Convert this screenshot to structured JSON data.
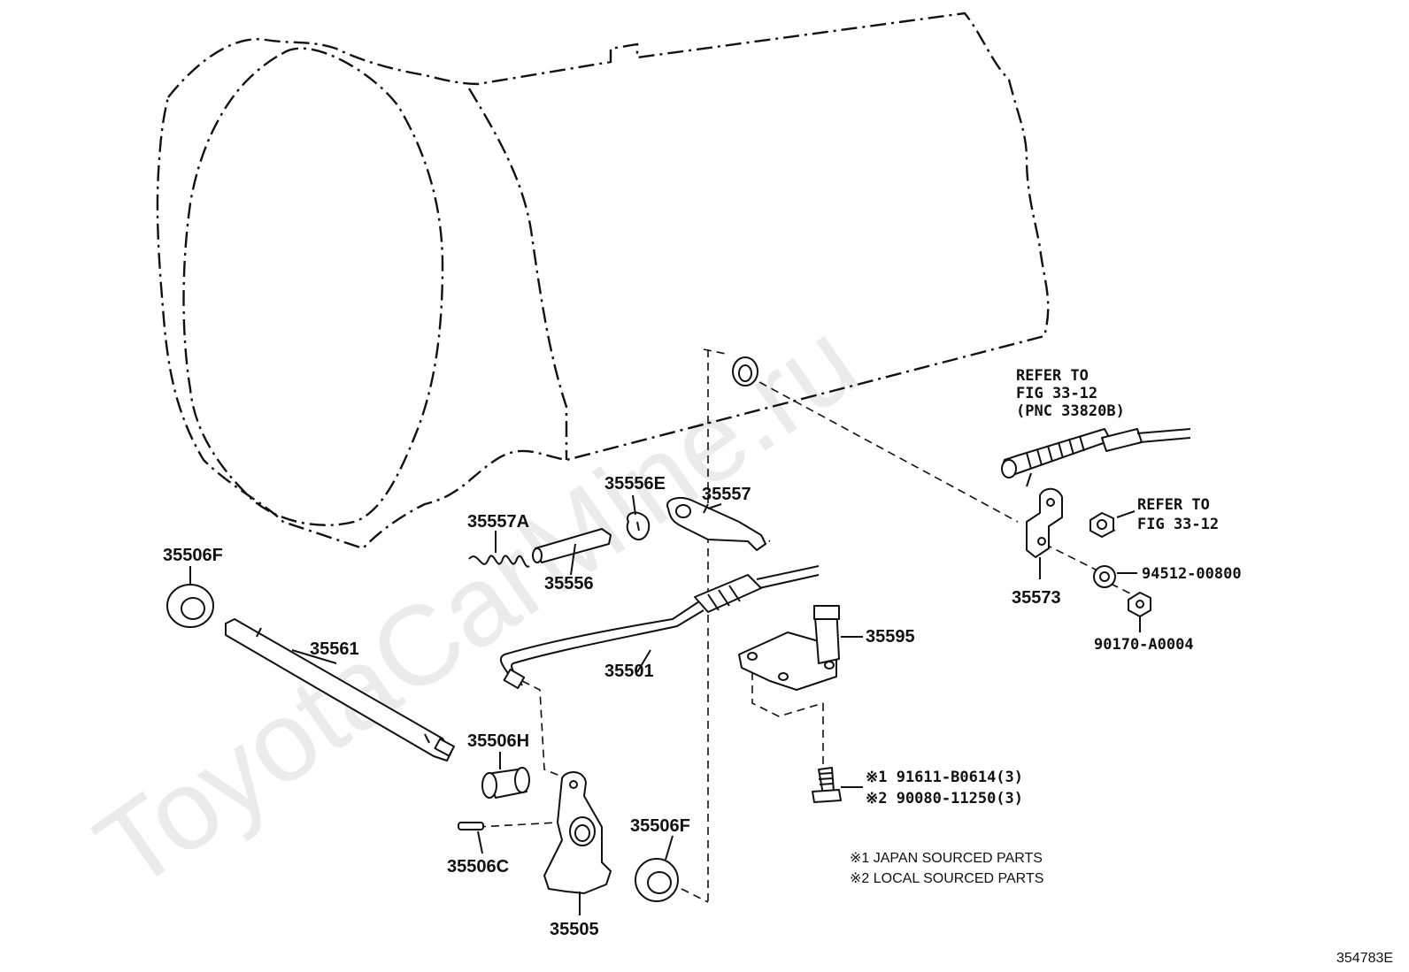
{
  "watermark": "ToyotaCarMine.ru",
  "figure_code": "354783E",
  "parts": {
    "p35506F_top": "35506F",
    "p35557A": "35557A",
    "p35556E": "35556E",
    "p35557": "35557",
    "p35556": "35556",
    "p35561": "35561",
    "p35501": "35501",
    "p35506H": "35506H",
    "p35506C": "35506C",
    "p35505": "35505",
    "p35506F_bottom": "35506F",
    "p35595": "35595",
    "p35573": "35573",
    "p94512": "94512-00800",
    "p90170": "90170-A0004",
    "bolt1": "※1 91611-B0614(3)",
    "bolt2": "※2 90080-11250(3)"
  },
  "refer_cable": {
    "line1": "REFER TO",
    "line2": "FIG 33-12",
    "line3": "(PNC 33820B)"
  },
  "refer_nut": {
    "line1": "REFER TO",
    "line2": "FIG 33-12"
  },
  "notes": {
    "note1": "※1 JAPAN SOURCED PARTS",
    "note2": "※2 LOCAL SOURCED PARTS"
  }
}
